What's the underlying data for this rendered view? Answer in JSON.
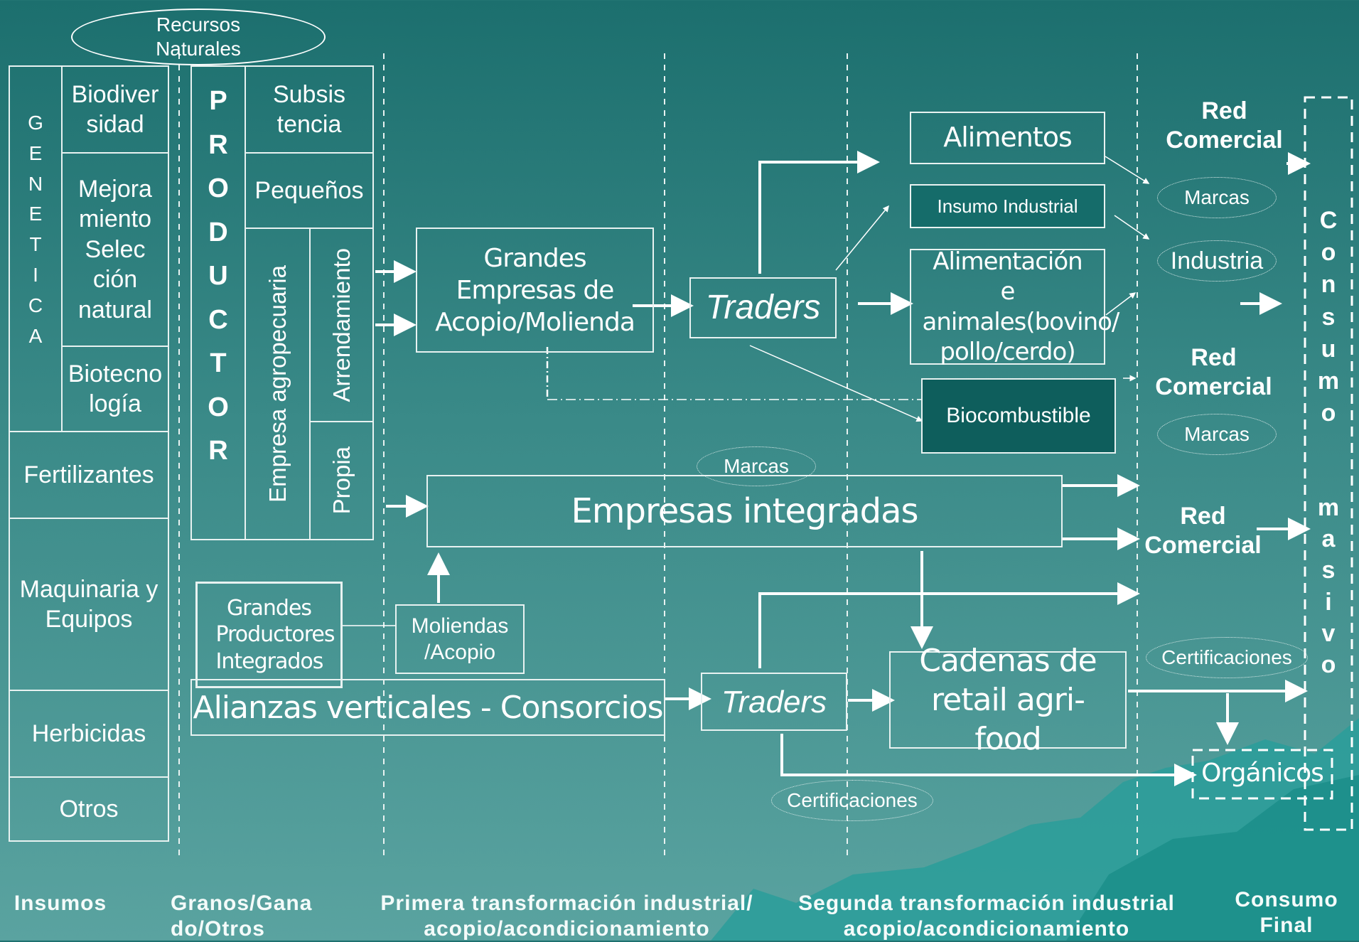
{
  "top": {
    "recursos": "Recursos Naturales"
  },
  "insumos": {
    "genetica_letters": [
      "G",
      "E",
      "N",
      "E",
      "T",
      "I",
      "C",
      "A"
    ],
    "biodiversidad": "Biodiver sidad",
    "mejoramiento": "Mejora miento Selec ción natural",
    "biotecnologia": "Biotecno logía",
    "fertilizantes": "Fertilizantes",
    "maquinaria": "Maquinaria y Equipos",
    "herbicidas": "Herbicidas",
    "otros": "Otros"
  },
  "productor": {
    "letters": [
      "P",
      "R",
      "O",
      "D",
      "U",
      "C",
      "T",
      "O",
      "R"
    ],
    "subsistencia": "Subsis tencia",
    "pequenos": "Pequeños",
    "empresa_agro": "Empresa agropecuaria",
    "arrendamiento": "Arrendamiento",
    "propia": "Propia"
  },
  "primera": {
    "grandes_empresas": "Grandes Empresas de Acopio/Molienda",
    "traders": "Traders",
    "marcas": "Marcas",
    "empresas_integradas": "Empresas integradas",
    "grandes_productores": "Grandes Productores Integrados",
    "moliendas": "Moliendas /Acopio",
    "alianzas": "Alianzas verticales - Consorcios",
    "traders2": "Traders",
    "certificaciones": "Certificaciones"
  },
  "segunda": {
    "alimentos": "Alimentos",
    "insumo_industrial": "Insumo Industrial",
    "alimentacion": "Alimentación e animales(bovino/ pollo/cerdo)",
    "biocombustible": "Biocombustible",
    "cadenas": "Cadenas de retail agri-food"
  },
  "consumo": {
    "red1": "Red Comercial",
    "marcas1": "Marcas",
    "industria": "Industria",
    "red2": "Red Comercial",
    "marcas2": "Marcas",
    "red3": "Red Comercial",
    "certificaciones": "Certificaciones",
    "organicos": "Orgánicos",
    "consumo_letters": [
      "C",
      "o",
      "n",
      "s",
      "u",
      "m",
      "o"
    ],
    "masivo_letters": [
      "m",
      "a",
      "s",
      "i",
      "v",
      "o"
    ]
  },
  "footer": {
    "insumos": "Insumos",
    "granos": "Granos/Gana do/Otros",
    "primera": "Primera transformación industrial/ acopio/acondicionamiento",
    "segunda": "Segunda transformación industrial acopio/acondicionamiento",
    "consumo_final": "Consumo Final"
  }
}
